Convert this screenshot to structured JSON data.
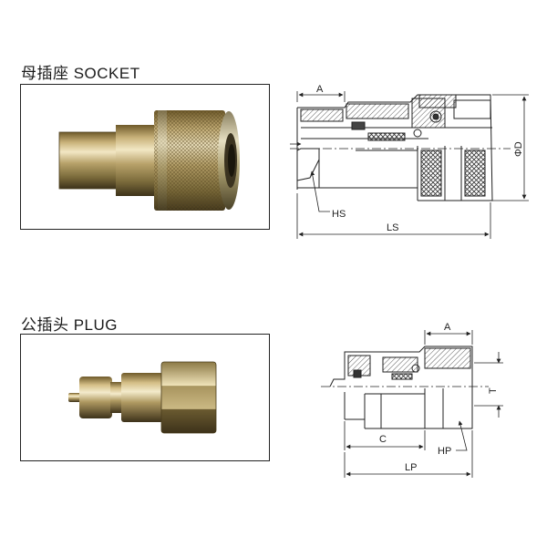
{
  "socket": {
    "title": "母插座 SOCKET",
    "dimensions": {
      "a": "A",
      "hs": "HS",
      "ls": "LS",
      "d": "ΦD"
    }
  },
  "plug": {
    "title": "公插头 PLUG",
    "dimensions": {
      "a": "A",
      "t": "T",
      "c": "C",
      "hp": "HP",
      "lp": "LP"
    }
  }
}
